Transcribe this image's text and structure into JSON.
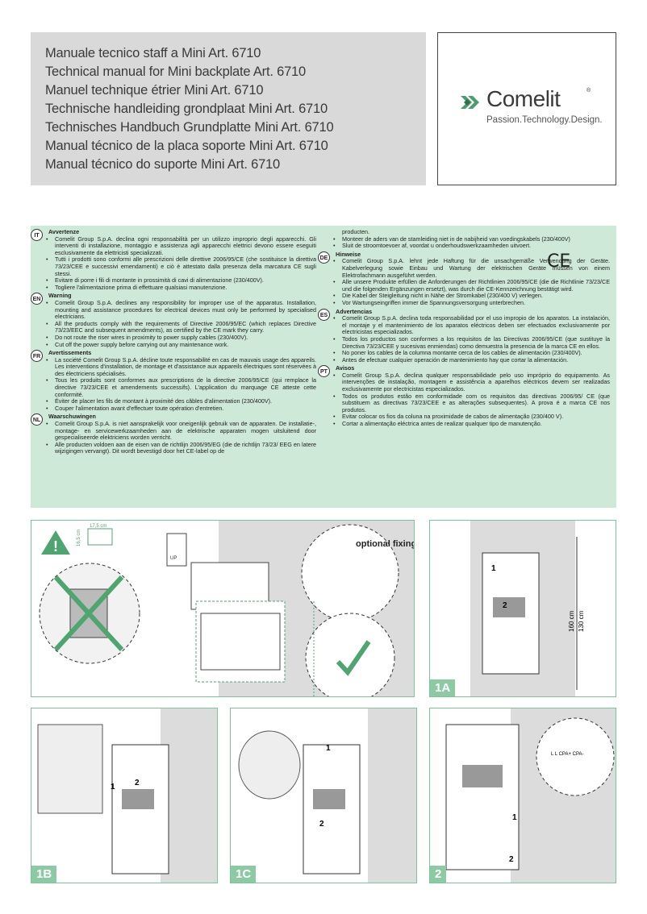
{
  "titles": [
    "Manuale tecnico staff a Mini Art. 6710",
    "Technical manual for Mini backplate Art. 6710",
    "Manuel technique étrier Mini Art. 6710",
    "Technische handleiding grondplaat Mini Art. 6710",
    "Technisches Handbuch Grundplatte Mini Art. 6710",
    "Manual técnico de la placa soporte Mini Art. 6710",
    "Manual técnico do suporte Mini Art. 6710"
  ],
  "logo": {
    "name": "Comelit",
    "tagline": "Passion.Technology.Design.",
    "registered": "®"
  },
  "warnings_left": [
    {
      "lang": "IT",
      "heading": "Avvertenze",
      "items": [
        "Comelit Group S.p.A. declina ogni responsabilità per un utilizzo improprio degli apparecchi. Gli interventi di installazione, montaggio e assistenza agli apparecchi elettrici devono essere eseguiti esclusivamente da elettricisti specializzati.",
        "Tutti i prodotti sono conformi alle prescrizioni delle direttive 2006/95/CE (che sostituisce la direttiva 73/23/CEE e successivi emendamenti) e ciò è attestato dalla presenza della marcatura CE sugli stessi.",
        "Evitare di porre i fili di montante in prossimità di cavi di alimentazione (230/400V).",
        "Togliere l'alimentazione prima di effettuare qualsiasi manutenzione."
      ]
    },
    {
      "lang": "EN",
      "heading": "Warning",
      "items": [
        "Comelit Group S.p.A. declines any responsibility for improper use of the apparatus. Installation, mounting and assistance procedures for electrical devices must only be performed by specialised electricians.",
        "All the products comply with the requirements of Directive 2006/95/EC (which replaces Directive 73/23/EEC and subsequent amendments), as certified by the CE mark they carry.",
        "Do not route the riser wires in proximity to power supply cables (230/400V).",
        "Cut off the power supply before carrying out any maintenance work."
      ]
    },
    {
      "lang": "FR",
      "heading": "Avertissements",
      "items": [
        "La société Comelit Group S.p.A. décline toute responsabilité en cas de mauvais usage des appareils. Les interventions d'installation, de montage et d'assistance aux appareils électriques sont réservées à des électriciens spécialisés.",
        "Tous les produits sont conformes aux prescriptions de la directive 2006/95/CE (qui remplace la directive 73/23/CEE et amendements successifs). L'application du marquage CE atteste cette conformité.",
        "Éviter de placer les fils de montant à proximité des câbles d'alimentation (230/400V).",
        "Couper l'alimentation avant d'effectuer toute opération d'entretien."
      ]
    },
    {
      "lang": "NL",
      "heading": "Waarschuwingen",
      "items": [
        "Comelit Group S.p.A. is niet aansprakelijk voor oneigenlijk gebruik van de apparaten. De installatie-, montage- en servicewerkzaamheden aan de elektrische apparaten mogen uitsluitend door gespecialiseerde elektriciens worden verricht.",
        "Alle producten voldoen aan de eisen van de richtlijn 2006/95/EG (die de richtlijn 73/23/ EEG en latere wijzigingen vervangt). Dit wordt bevestigd door het CE-label op de"
      ]
    }
  ],
  "warnings_right": {
    "continuation": [
      "producten.",
      "Monteer de aders van de stamleiding niet in de nabijheid van voedingskabels (230/400V)",
      "Sluit de stroomtoevoer af, voordat u onderhoudswerkzaamheden uitvoert."
    ],
    "sections": [
      {
        "lang": "DE",
        "heading": "Hinweise",
        "items": [
          "Comelit Group S.p.A. lehnt jede Haftung für die unsachgemäße Verwendung der Geräte. Kabelverlegung sowie Einbau und Wartung der elektrischen Geräte müssen von einem Elektrofachmann ausgeführt werden.",
          "Alle unsere Produkte erfüllen die Anforderungen der Richtlinien 2006/95/CE (die die Richtlinie 73/23/CE und die folgenden Ergänzungen ersetzt), was durch die CE-Kennzeichnung bestätigt wird.",
          "Die Kabel der Steigleitung nicht in Nähe der Stromkabel (230/400 V) verlegen.",
          "Vor Wartungseingriffen immer die Spannungsversorgung unterbrechen."
        ]
      },
      {
        "lang": "ES",
        "heading": "Advertencias",
        "items": [
          "Comelit Group S.p.A. declina toda responsabilidad por el uso impropio de los aparatos. La instalación, el montaje y el mantenimiento de los aparatos eléctricos deben ser efectuados exclusivamente por electricistas especializados.",
          "Todos los productos son conformes a los requisitos de las Directivas 2006/95/CE (que sustituye la Directiva 73/23/CEE y sucesivas enmiendas) como demuestra la presencia de la marca CE en ellos.",
          "No poner los cables de la columna montante cerca de los cables de alimentación (230/400V).",
          "Antes de efectuar cualquier operación de mantenimiento hay que cortar la alimentación."
        ]
      },
      {
        "lang": "PT",
        "heading": "Avisos",
        "items": [
          "Comelit Group S.p.A. declina qualquer responsabilidade pelo uso impróprio do equipamento. As intervenções de instalação, montagem e assistência a aparelhos eléctricos devem ser realizadas exclusivamente por electricistas especializados.",
          "Todos os produtos estão em conformidade com os requisitos das directivas 2006/95/ CE (que substituem as directivas 73/23/CEE e as alterações subsequentes). A prova é a marca CE nos produtos.",
          "Evitar colocar os fios da coluna na proximidade de cabos de alimentação (230/400 V).",
          "Cortar a alimentação eléctrica antes de realizar qualquer tipo de manutenção."
        ]
      }
    ]
  },
  "ce_mark": "CE",
  "diagram_main": {
    "dim_width": "17,5 cm",
    "dim_height": "16,5 cm",
    "optional_fixing": "optional fixing",
    "up_label": "UP"
  },
  "panel_1a": {
    "label": "1A",
    "height_1": "160 cm",
    "height_2": "130 cm",
    "step_1": "1",
    "step_2": "2"
  },
  "panel_1b": {
    "label": "1B",
    "step_1": "1",
    "step_2": "2"
  },
  "panel_1c": {
    "label": "1C",
    "step_1": "1",
    "step_2": "2"
  },
  "panel_2": {
    "label": "2",
    "step_1": "1",
    "step_2": "2",
    "terminals": "L   L   CPA+ CPA-"
  }
}
